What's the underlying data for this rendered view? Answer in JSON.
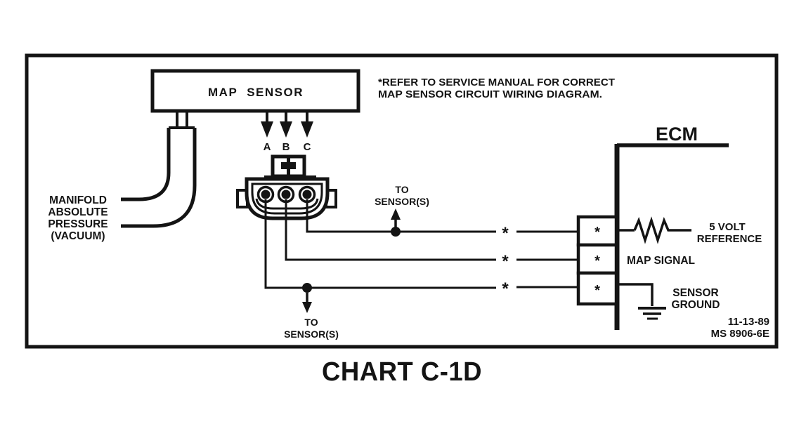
{
  "title": "CHART C-1D",
  "note": {
    "line1": "*REFER TO SERVICE MANUAL FOR CORRECT",
    "line2": "MAP SENSOR CIRCUIT WIRING DIAGRAM."
  },
  "map_sensor": {
    "label": "MAP SENSOR",
    "pins": {
      "a": "A",
      "b": "B",
      "c": "C"
    }
  },
  "manifold": {
    "line1": "MANIFOLD",
    "line2": "ABSOLUTE",
    "line3": "PRESSURE",
    "line4": "(VACUUM)"
  },
  "to_sensors_top": {
    "line1": "TO",
    "line2": "SENSOR(S)"
  },
  "to_sensors_bottom": {
    "line1": "TO",
    "line2": "SENSOR(S)"
  },
  "ecm": {
    "label": "ECM",
    "five_volt_line1": "5 VOLT",
    "five_volt_line2": "REFERENCE",
    "map_signal": "MAP SIGNAL",
    "ground_line1": "SENSOR",
    "ground_line2": "GROUND"
  },
  "footer": {
    "date": "11-13-89",
    "code": "MS 8906-6E"
  },
  "symbols": {
    "asterisk": "*"
  },
  "colors": {
    "ink": "#141414",
    "paper": "#ffffff"
  }
}
